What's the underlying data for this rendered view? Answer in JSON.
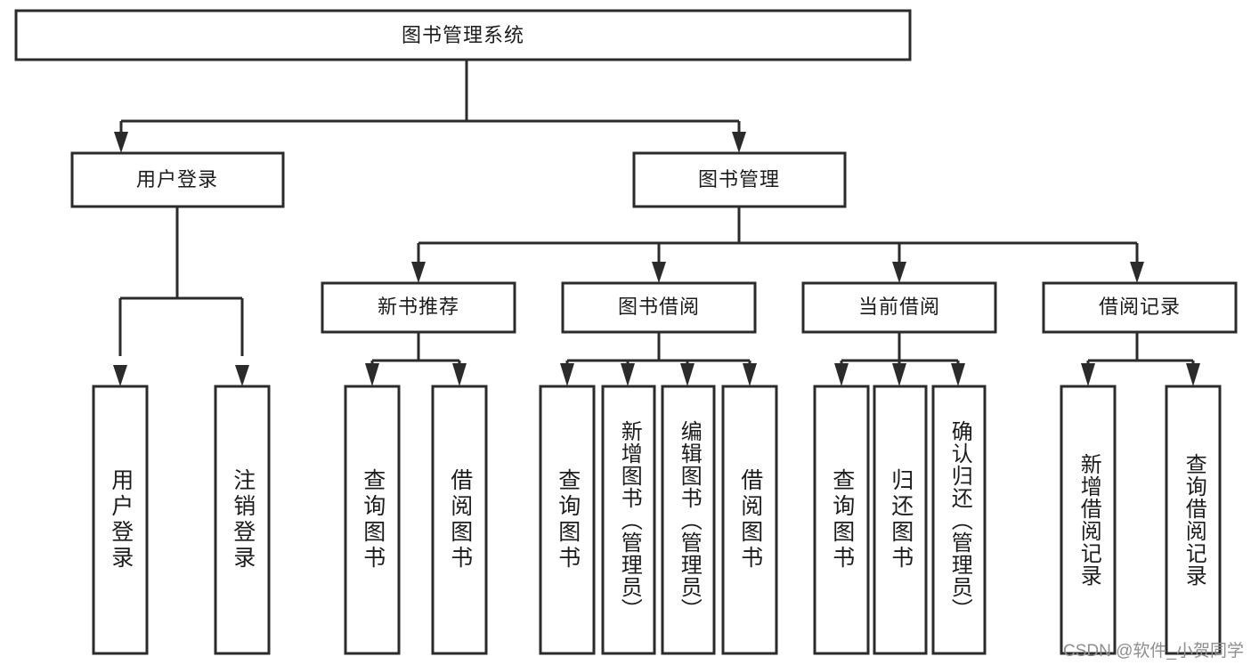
{
  "diagram": {
    "type": "tree",
    "title": "图书管理系统",
    "orientation": "top-down",
    "colors": {
      "box_fill": "#ffffff",
      "box_stroke": "#2b2b2b",
      "text": "#1c1c1c",
      "watermark": "#8e8e8e"
    },
    "root": {
      "label": "图书管理系统"
    },
    "level2": [
      {
        "label": "用户登录"
      },
      {
        "label": "图书管理"
      }
    ],
    "level3": [
      {
        "label": "新书推荐"
      },
      {
        "label": "图书借阅"
      },
      {
        "label": "当前借阅"
      },
      {
        "label": "借阅记录"
      }
    ],
    "leaves": {
      "user_login": [
        {
          "label": "用户登录"
        },
        {
          "label": "注销登录"
        }
      ],
      "new_book_recommend": [
        {
          "label": "查询图书"
        },
        {
          "label": "借阅图书"
        }
      ],
      "book_borrow": [
        {
          "label": "查询图书"
        },
        {
          "label": "新增图书（管理员）"
        },
        {
          "label": "编辑图书（管理员）"
        },
        {
          "label": "借阅图书"
        }
      ],
      "current_borrow": [
        {
          "label": "查询图书"
        },
        {
          "label": "归还图书"
        },
        {
          "label": "确认归还（管理员）"
        }
      ],
      "borrow_record": [
        {
          "label": "新增借阅记录"
        },
        {
          "label": "查询借阅记录"
        }
      ]
    }
  },
  "watermark": {
    "text": "CSDN @软件_小贺同学"
  }
}
